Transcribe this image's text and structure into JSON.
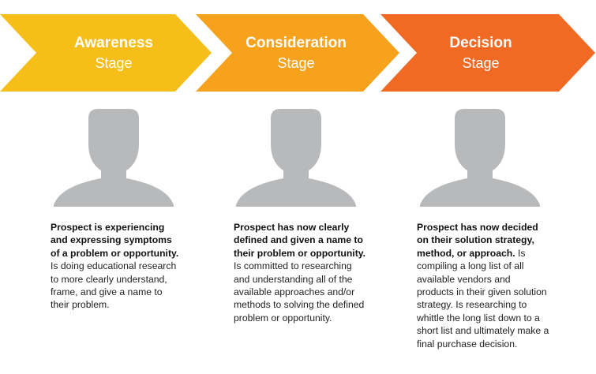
{
  "stages": [
    {
      "name": "Awareness",
      "sub": "Stage",
      "color": "#F6BE18",
      "desc_bold": "Prospect is experiencing and expressing symptoms of a problem or opportunity.",
      "desc_rest": " Is doing educational research to more clearly understand, frame, and give a name to their problem."
    },
    {
      "name": "Consideration",
      "sub": "Stage",
      "color": "#F6A21D",
      "desc_bold": "Prospect has now clearly defined and given a name to their problem or opportunity.",
      "desc_rest": " Is committed to researching and understanding all of the available approaches and/or methods to solving the defined problem or opportunity."
    },
    {
      "name": "Decision",
      "sub": "Stage",
      "color": "#F06A24",
      "desc_bold": "Prospect has now decided on their solution strategy, method, or approach.",
      "desc_rest": " Is compiling a long list of all available vendors and products in their given solution strategy. Is researching to whittle the long list down to a short list and ultimately make a final purchase decision."
    }
  ],
  "person_color": "#B8B9BB",
  "person_icon": "person-silhouette-icon"
}
